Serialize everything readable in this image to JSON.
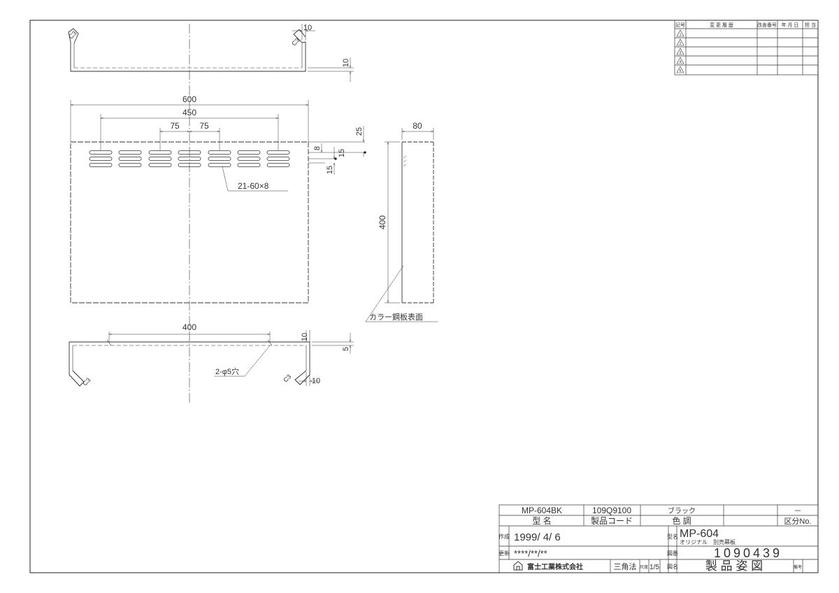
{
  "revision_table": {
    "headers": [
      "記号",
      "変 更 履 歴",
      "改善番号",
      "年 月 日",
      "担 当"
    ],
    "marks": [
      "1",
      "2",
      "3",
      "4",
      "5"
    ]
  },
  "top_view": {
    "dim_depth": "10",
    "dim_height": "10",
    "bend_label_left": "C3",
    "bend_label_right": "C3"
  },
  "front_view": {
    "dim_width": "600",
    "dim_slot_span": "450",
    "dim_pitch_left": "75",
    "dim_pitch_right": "75",
    "dim_top_offset": "25",
    "dim_slot_width": "8",
    "dim_slot_pitch_a": "15",
    "dim_slot_pitch_b": "15",
    "slot_callout": "21-60×8"
  },
  "side_view": {
    "dim_depth": "80",
    "dim_height": "400",
    "surface_note": "カラー鋼板表面"
  },
  "bottom_view": {
    "dim_hole_span": "400",
    "dim_flange_10": "10",
    "dim_flange_5": "5",
    "dim_bottom_10": "10",
    "hole_callout": "2-φ5穴",
    "bend_label_left": "C3",
    "bend_label_right": "C3"
  },
  "title_block": {
    "model_value": "MP-604BK",
    "code_value": "109Q9100",
    "color_value": "ブラック",
    "class_value": "－",
    "model_header": "型 名",
    "code_header": "製品コード",
    "color_header": "色 調",
    "class_header": "区分No.",
    "created_label": "作成",
    "created_date": "1999/ 4/ 6",
    "updated_label": "更新",
    "updated_date": "****/**/**",
    "type_label": "型名",
    "part_name": "MP-604",
    "part_subtitle": "オリジナル　別売幕板",
    "drawing_no_label": "図番",
    "drawing_no": "1090439",
    "drawing_name_label": "図名",
    "drawing_name": "製 品 姿 図",
    "company": "富士工業株式会社",
    "projection": "三角法",
    "scale_label": "尺度",
    "scale_value": "1/5",
    "remarks_label": "備考"
  }
}
